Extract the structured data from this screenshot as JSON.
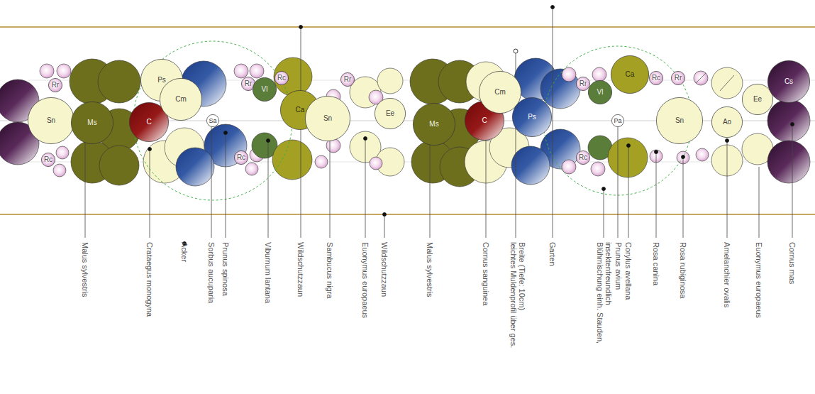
{
  "diagram": {
    "nodes": [
      {
        "text": [
          "Sn"
        ]
      },
      {
        "text": [
          "Rr"
        ]
      },
      {
        "text": [
          "Rc"
        ]
      },
      {
        "text": [
          "Ms"
        ]
      },
      {
        "text": [
          "C"
        ]
      },
      {
        "text": [
          "Ps"
        ]
      },
      {
        "text": [
          "Cm"
        ]
      },
      {
        "text": [
          "Sa"
        ]
      },
      {
        "text": [
          "Rr"
        ]
      },
      {
        "text": [
          "Vl"
        ]
      },
      {
        "text": [
          "Rc"
        ]
      },
      {
        "text": [
          "Rc"
        ]
      },
      {
        "text": [
          "Ca"
        ]
      },
      {
        "text": [
          "Sn"
        ]
      },
      {
        "text": [
          "Rr"
        ]
      },
      {
        "text": [
          "Ee"
        ]
      },
      {
        "text": [
          "Ms"
        ]
      },
      {
        "text": [
          "C"
        ]
      },
      {
        "text": [
          "Cm"
        ]
      },
      {
        "text": [
          "Ps"
        ]
      },
      {
        "text": [
          "Rr"
        ]
      },
      {
        "text": [
          "Vl"
        ]
      },
      {
        "text": [
          "Rc"
        ]
      },
      {
        "text": [
          "Pa"
        ]
      },
      {
        "text": [
          "Ca"
        ]
      },
      {
        "text": [
          "Rc"
        ]
      },
      {
        "text": [
          "Sn"
        ]
      },
      {
        "text": [
          "Rr"
        ]
      },
      {
        "text": [
          "Ao"
        ]
      },
      {
        "text": [
          "Ee"
        ]
      },
      {
        "text": [
          "Cs"
        ]
      }
    ],
    "labels": [
      "Malus sylvestris",
      "Crataegus monogyna",
      "Acker",
      "Sorbus aucuparia",
      "Prunus spinosa",
      "Viburnum lantana",
      "Wildschutzzaun",
      "Sambucus nigra",
      "Euonymus europaeus",
      "Wildschutzzaun",
      "Malus sylvestris",
      "Cornus sanguinea",
      "leichtes Muldenprofil über ges. Breite (Tiefe: 10cm)",
      "Garten",
      "Blühmischung einh. Stauden, insektenfreundlich",
      "Prunus avium",
      "Corylus avellana",
      "Rosa canina",
      "Rosa rubiginosa",
      "Amelanchier ovalis",
      "Euonymus europaeus",
      "Cornus mas"
    ]
  }
}
